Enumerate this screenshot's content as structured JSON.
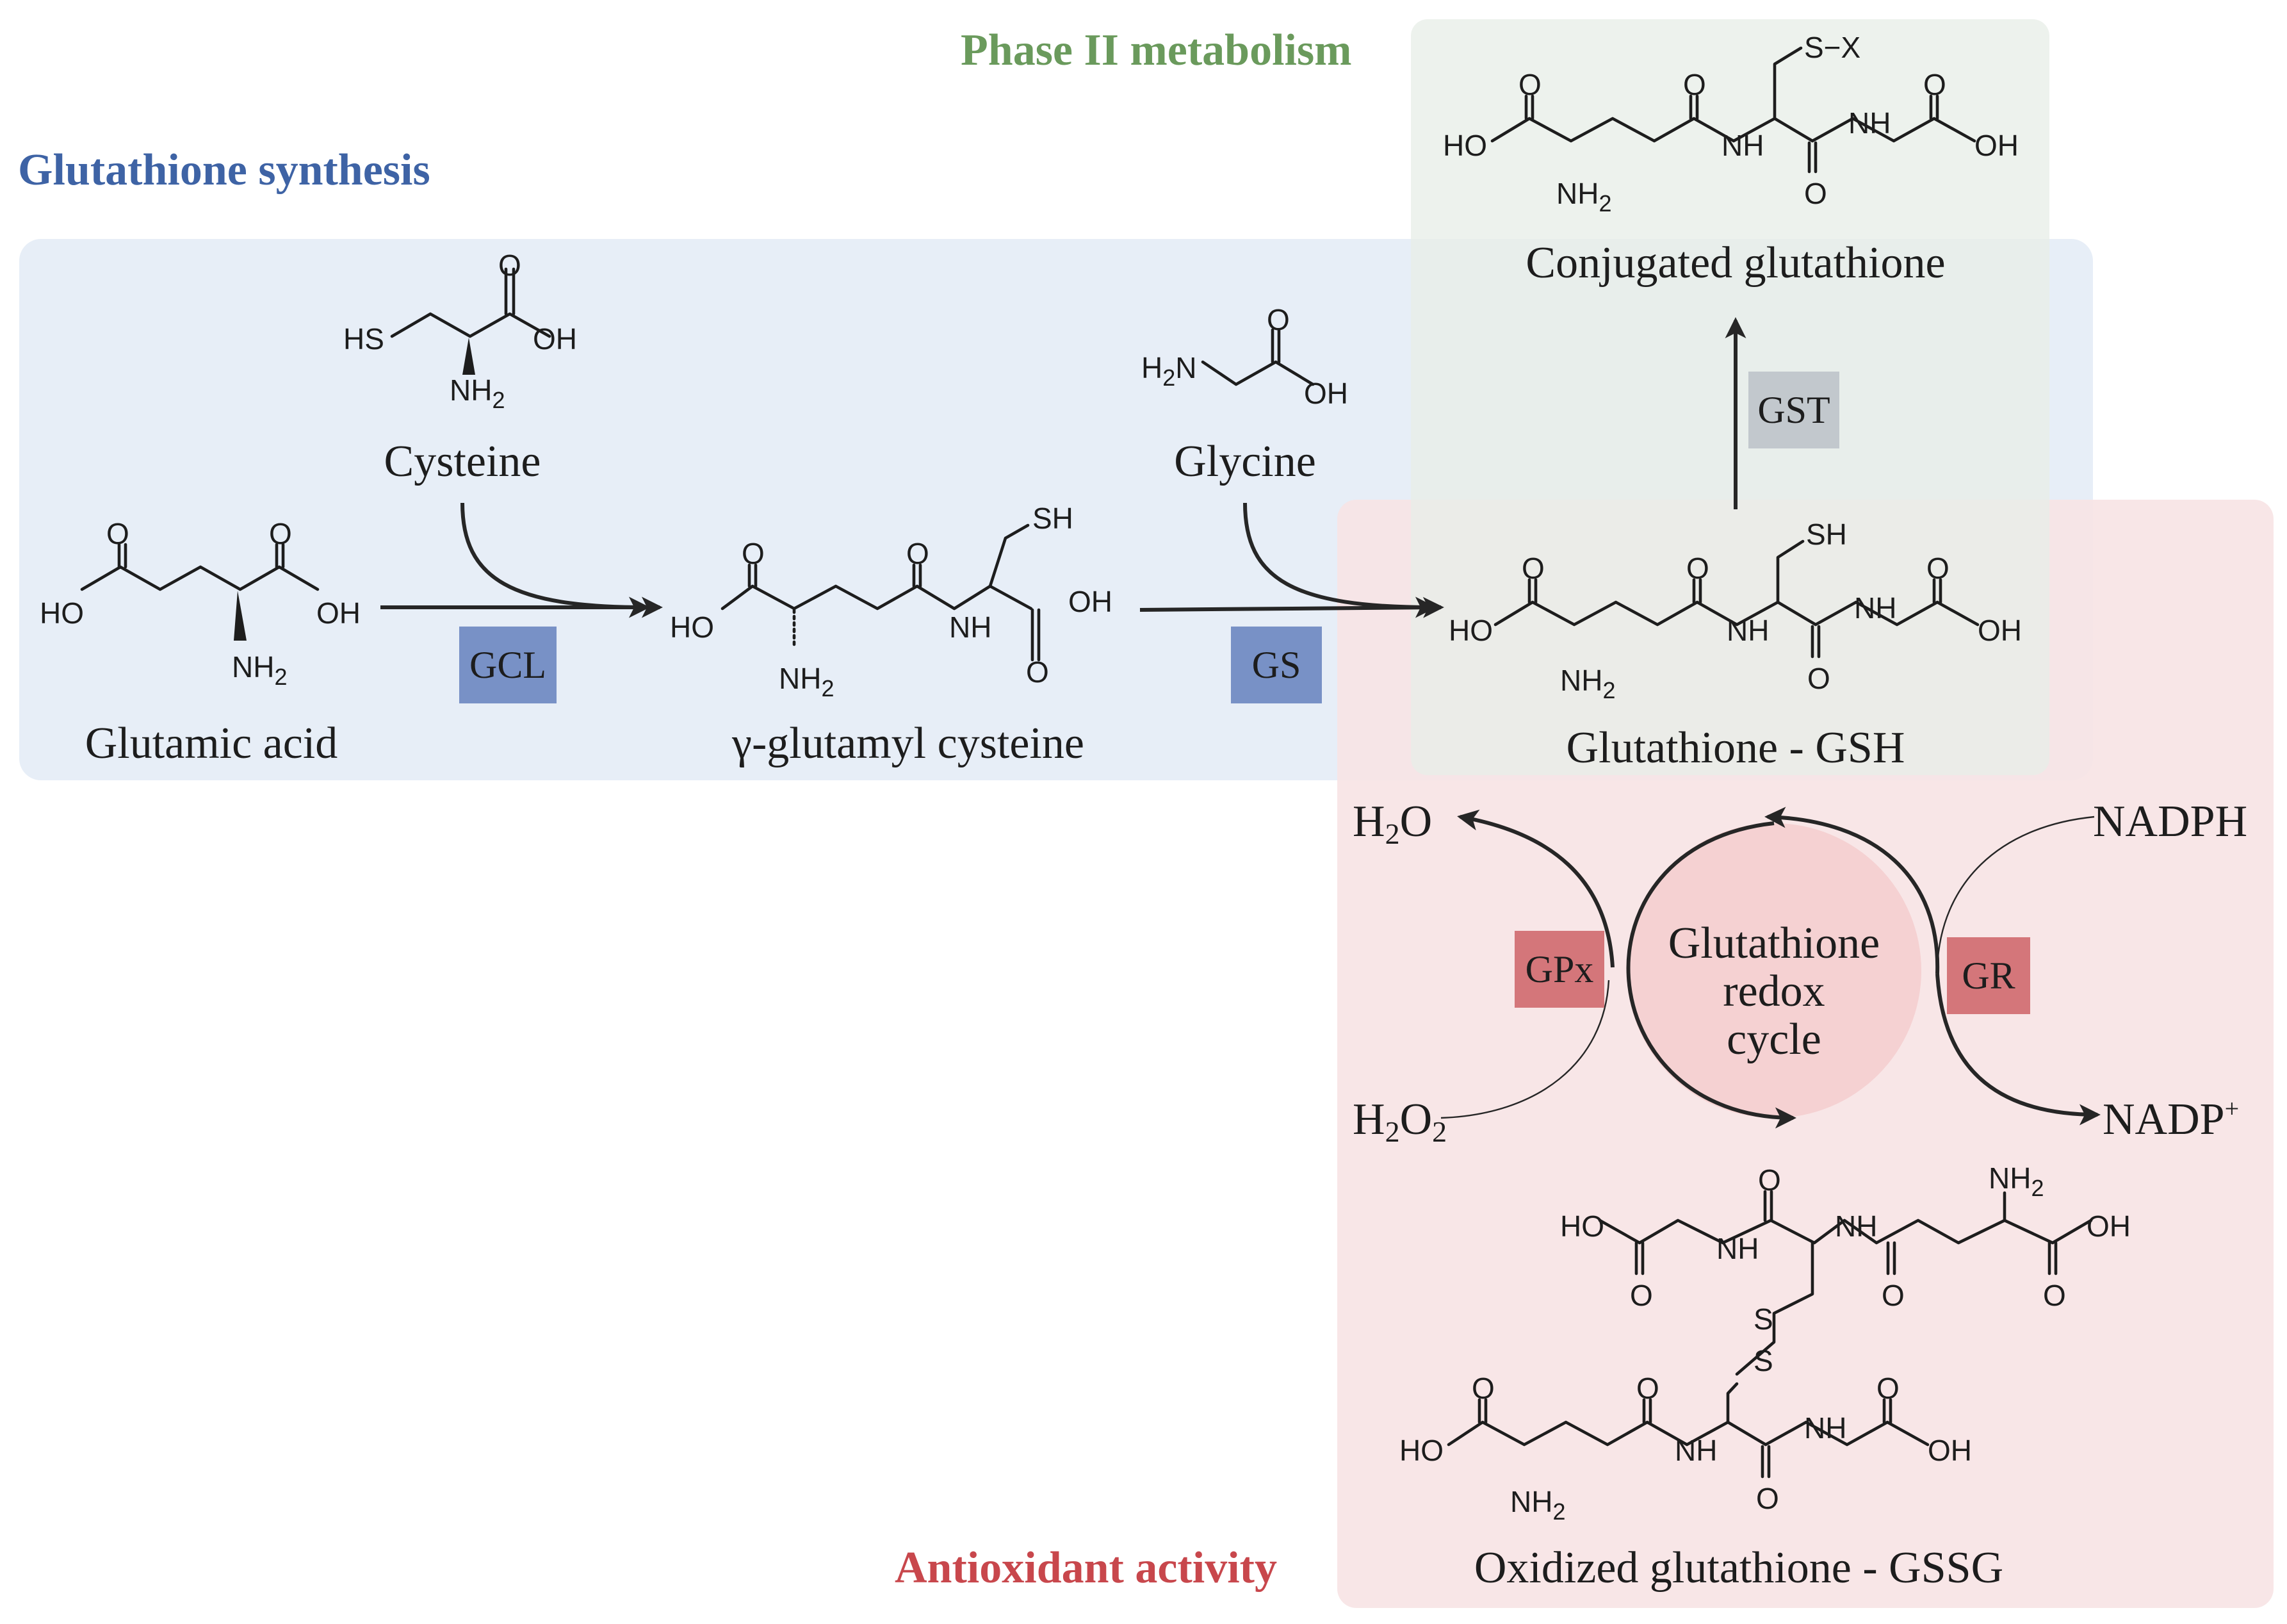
{
  "colors": {
    "synthesis_fill": "#e6edf7",
    "synthesis_title": "#3e63a5",
    "phase2_fill": "#e8eee8",
    "phase2_title": "#6a9a5c",
    "antiox_fill": "#f7e3e4",
    "antiox_title": "#c8474c",
    "enzyme_blue": "#7891c6",
    "enzyme_grey": "#c2c8cd",
    "enzyme_red": "#d4767a",
    "cycle_fill": "#f4c9cb",
    "cycle_text": "#c8474c"
  },
  "regions": {
    "synthesis": "Glutathione synthesis",
    "phase2": "Phase II metabolism",
    "antioxidant": "Antioxidant activity"
  },
  "molecules": {
    "glutamic_acid": "Glutamic acid",
    "cysteine": "Cysteine",
    "gamma_glutamyl_cysteine": "γ-glutamyl cysteine",
    "glycine": "Glycine",
    "gsh": "Glutathione - GSH",
    "conjugated": "Conjugated glutathione",
    "gssg": "Oxidized glutathione - GSSG"
  },
  "enzymes": {
    "gcl": "GCL",
    "gs": "GS",
    "gst": "GST",
    "gpx": "GPx",
    "gr": "GR"
  },
  "cycle": {
    "line1": "Glutathione",
    "line2": "redox",
    "line3": "cycle"
  },
  "species": {
    "h2o": {
      "main": "H",
      "sub": "2",
      "tail": "O"
    },
    "h2o2": {
      "main": "H",
      "sub": "2",
      "tail": "O",
      "sub2": "2"
    },
    "nadph": "NADPH",
    "nadp": {
      "main": "NADP",
      "sup": "+"
    }
  },
  "atoms": {
    "oxygen": "O",
    "hydroxyl_left": "HO",
    "hydroxyl_right": "OH",
    "amine": "NH",
    "amine_sub": "2",
    "amine_left": "H",
    "amine_left_n": "N",
    "thiol_left": "HS",
    "thiol_right": "SH",
    "sulfur": "S",
    "conjugate": "S−X"
  }
}
